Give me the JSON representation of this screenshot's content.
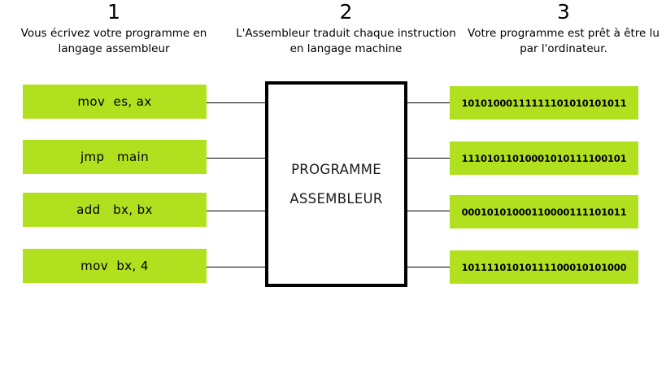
{
  "headers": [
    {
      "number": "1",
      "text": "Vous écrivez votre programme en langage assembleur"
    },
    {
      "number": "2",
      "text": "L'Assembleur traduit chaque instruction en langage machine"
    },
    {
      "number": "3",
      "text": "Votre programme est prêt à être lu par l'ordinateur."
    }
  ],
  "assembly_instructions": [
    {
      "label": "mov  es, ax"
    },
    {
      "label": "jmp   main"
    },
    {
      "label": "add   bx, bx"
    },
    {
      "label": "mov  bx, 4"
    }
  ],
  "assembler_box": {
    "line1": "PROGRAMME",
    "line2": "ASSEMBLEUR"
  },
  "machine_code": [
    {
      "label": "10101000111111101010101011"
    },
    {
      "label": "11101011010001010111100101"
    },
    {
      "label": "00010101000110000111101011"
    },
    {
      "label": "10111101010111100010101000"
    }
  ],
  "colors": {
    "cell_green": "#b0e01e",
    "border_black": "#000000",
    "background": "#ffffff"
  }
}
